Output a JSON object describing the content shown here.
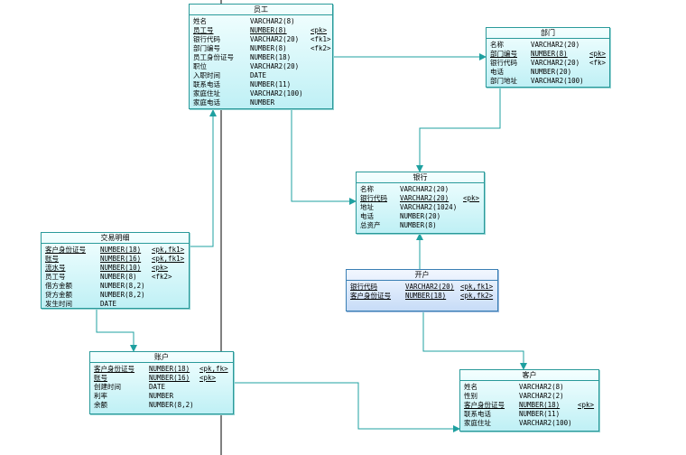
{
  "entities": {
    "yuangong": {
      "title": "员工",
      "rows": [
        {
          "name": "姓名",
          "type": "VARCHAR2(8)",
          "key": ""
        },
        {
          "name": "员工号",
          "type": "NUMBER(8)",
          "key": "<pk>"
        },
        {
          "name": "银行代码",
          "type": "VARCHAR2(20)",
          "key": "<fk1>"
        },
        {
          "name": "部门编号",
          "type": "NUMBER(8)",
          "key": "<fk2>"
        },
        {
          "name": "员工身份证号",
          "type": "NUMBER(18)",
          "key": ""
        },
        {
          "name": "职位",
          "type": "VARCHAR2(20)",
          "key": ""
        },
        {
          "name": "入职时间",
          "type": "DATE",
          "key": ""
        },
        {
          "name": "联系电话",
          "type": "NUMBER(11)",
          "key": ""
        },
        {
          "name": "家庭住址",
          "type": "VARCHAR2(100)",
          "key": ""
        },
        {
          "name": "家庭电话",
          "type": "NUMBER",
          "key": ""
        }
      ]
    },
    "bumen": {
      "title": "部门",
      "rows": [
        {
          "name": "名称",
          "type": "VARCHAR2(20)",
          "key": ""
        },
        {
          "name": "部门编号",
          "type": "NUMBER(8)",
          "key": "<pk>"
        },
        {
          "name": "银行代码",
          "type": "VARCHAR2(20)",
          "key": "<fk>"
        },
        {
          "name": "电话",
          "type": "NUMBER(20)",
          "key": ""
        },
        {
          "name": "部门地址",
          "type": "VARCHAR2(100)",
          "key": ""
        }
      ]
    },
    "yinhang": {
      "title": "银行",
      "rows": [
        {
          "name": "名称",
          "type": "VARCHAR2(20)",
          "key": ""
        },
        {
          "name": "银行代码",
          "type": "VARCHAR2(20)",
          "key": "<pk>"
        },
        {
          "name": "地址",
          "type": "VARCHAR2(1024)",
          "key": ""
        },
        {
          "name": "电话",
          "type": "NUMBER(20)",
          "key": ""
        },
        {
          "name": "总资产",
          "type": "NUMBER(8)",
          "key": ""
        }
      ]
    },
    "jiaoyi": {
      "title": "交易明细",
      "rows": [
        {
          "name": "客户身份证号",
          "type": "NUMBER(18)",
          "key": "<pk,fk1>"
        },
        {
          "name": "账号",
          "type": "NUMBER(16)",
          "key": "<pk,fk1>"
        },
        {
          "name": "流水号",
          "type": "NUMBER(10)",
          "key": "<pk>"
        },
        {
          "name": "员工号",
          "type": "NUMBER(8)",
          "key": "<fk2>"
        },
        {
          "name": "借方金额",
          "type": "NUMBER(8,2)",
          "key": ""
        },
        {
          "name": "贷方金额",
          "type": "NUMBER(8,2)",
          "key": ""
        },
        {
          "name": "发生时间",
          "type": "DATE",
          "key": ""
        }
      ]
    },
    "kaihu": {
      "title": "开户",
      "rows": [
        {
          "name": "银行代码",
          "type": "VARCHAR2(20)",
          "key": "<pk,fk1>"
        },
        {
          "name": "客户身份证号",
          "type": "NUMBER(18)",
          "key": "<pk,fk2>"
        }
      ]
    },
    "zhanghu": {
      "title": "账户",
      "rows": [
        {
          "name": "客户身份证号",
          "type": "NUMBER(18)",
          "key": "<pk,fk>"
        },
        {
          "name": "账号",
          "type": "NUMBER(16)",
          "key": "<pk>"
        },
        {
          "name": "创建时间",
          "type": "DATE",
          "key": ""
        },
        {
          "name": "利率",
          "type": "NUMBER",
          "key": ""
        },
        {
          "name": "余额",
          "type": "NUMBER(8,2)",
          "key": ""
        }
      ]
    },
    "kehu": {
      "title": "客户",
      "rows": [
        {
          "name": "姓名",
          "type": "VARCHAR2(8)",
          "key": ""
        },
        {
          "name": "性别",
          "type": "VARCHAR2(2)",
          "key": ""
        },
        {
          "name": "客户身份证号",
          "type": "NUMBER(18)",
          "key": "<pk>"
        },
        {
          "name": "联系电话",
          "type": "NUMBER(11)",
          "key": ""
        },
        {
          "name": "家庭住址",
          "type": "VARCHAR2(100)",
          "key": ""
        }
      ]
    }
  }
}
